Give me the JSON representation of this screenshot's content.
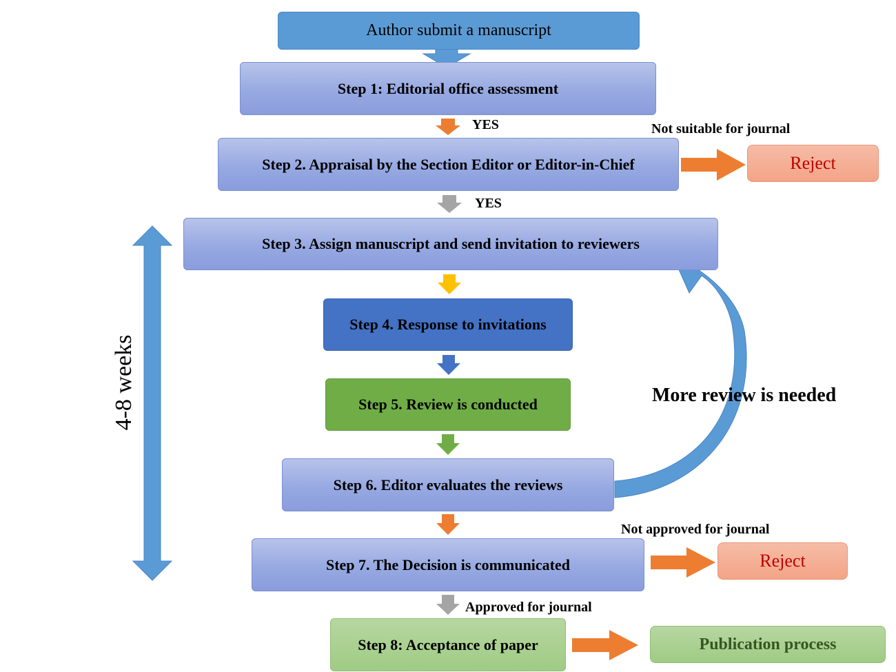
{
  "start": "Author submit a manuscript",
  "steps": {
    "s1": "Step 1: Editorial office assessment",
    "s2": "Step 2. Appraisal by the Section Editor or Editor-in-Chief",
    "s3": "Step 3. Assign manuscript and send invitation to reviewers",
    "s4": "Step 4. Response to invitations",
    "s5": "Step 5. Review is conducted",
    "s6": "Step 6. Editor evaluates the reviews",
    "s7": "Step 7. The Decision is communicated",
    "s8": "Step 8: Acceptance of paper"
  },
  "outcomes": {
    "reject1": "Reject",
    "reject2": "Reject",
    "publication": "Publication process"
  },
  "labels": {
    "yes1": "YES",
    "yes2": "YES",
    "not_suitable": "Not suitable for journal",
    "not_approved": "Not approved for journal",
    "approved": "Approved for journal",
    "more_review": "More review is needed",
    "duration": "4-8 weeks"
  },
  "colors": {
    "blue_accent": "#5b9bd5",
    "orange_arrow": "#ed7d31",
    "gray_arrow": "#a5a5a5",
    "yellow_arrow": "#ffc000",
    "dark_blue": "#4472c4",
    "green": "#70ad47",
    "reject_text": "#c00000",
    "publication_text": "#375623"
  }
}
